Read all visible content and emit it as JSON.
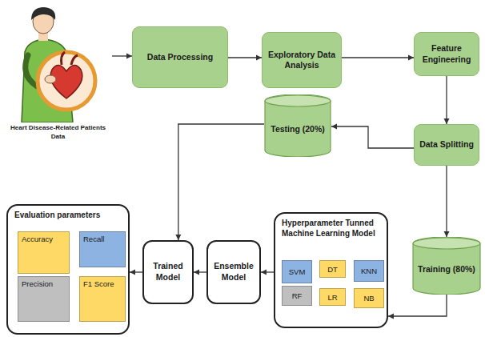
{
  "diagram": {
    "nodes": [
      {
        "text": [
          "Heart Disease-Related Patients Data"
        ]
      },
      {
        "text": [
          "Data Processing"
        ]
      },
      {
        "text": [
          "Exploratory Data Analysis"
        ]
      },
      {
        "text": [
          "Feature Engineering"
        ]
      },
      {
        "text": [
          "Testing (20%)"
        ]
      },
      {
        "text": [
          "Data Splitting"
        ]
      },
      {
        "text": [
          "Training (80%)"
        ]
      },
      {
        "text": [
          "Hyperparameter Tunned Machine Learning Model"
        ]
      },
      {
        "text": [
          "SVM"
        ],
        "in": 7
      },
      {
        "text": [
          "DT"
        ],
        "in": 7
      },
      {
        "text": [
          "KNN"
        ],
        "in": 7
      },
      {
        "text": [
          "RF"
        ],
        "in": 7
      },
      {
        "text": [
          "LR"
        ],
        "in": 7
      },
      {
        "text": [
          "NB"
        ],
        "in": 7
      },
      {
        "text": [
          "Ensemble Model"
        ]
      },
      {
        "text": [
          "Trained Model"
        ]
      },
      {
        "text": [
          "Evaluation parameters"
        ]
      },
      {
        "text": [
          "Accuracy"
        ],
        "in": 16
      },
      {
        "text": [
          "Recall"
        ],
        "in": 16
      },
      {
        "text": [
          "Precision"
        ],
        "in": 16
      },
      {
        "text": [
          "F1 Score"
        ],
        "in": 16
      }
    ],
    "edges": [
      {
        "from": 0,
        "to": 1,
        "arrow": "to"
      },
      {
        "from": 1,
        "to": 2,
        "arrow": "to"
      },
      {
        "from": 2,
        "to": 3,
        "arrow": "to"
      },
      {
        "from": 3,
        "to": 5,
        "arrow": "to"
      },
      {
        "from": 5,
        "to": 4,
        "arrow": "to"
      },
      {
        "from": 5,
        "to": 6,
        "arrow": "to"
      },
      {
        "from": 6,
        "to": 7,
        "arrow": "to"
      },
      {
        "from": 7,
        "to": 14,
        "arrow": "to"
      },
      {
        "from": 14,
        "to": 15,
        "arrow": "to"
      },
      {
        "from": 15,
        "to": 16,
        "arrow": "to"
      },
      {
        "from": 4,
        "to": 15,
        "arrow": "to"
      }
    ]
  }
}
